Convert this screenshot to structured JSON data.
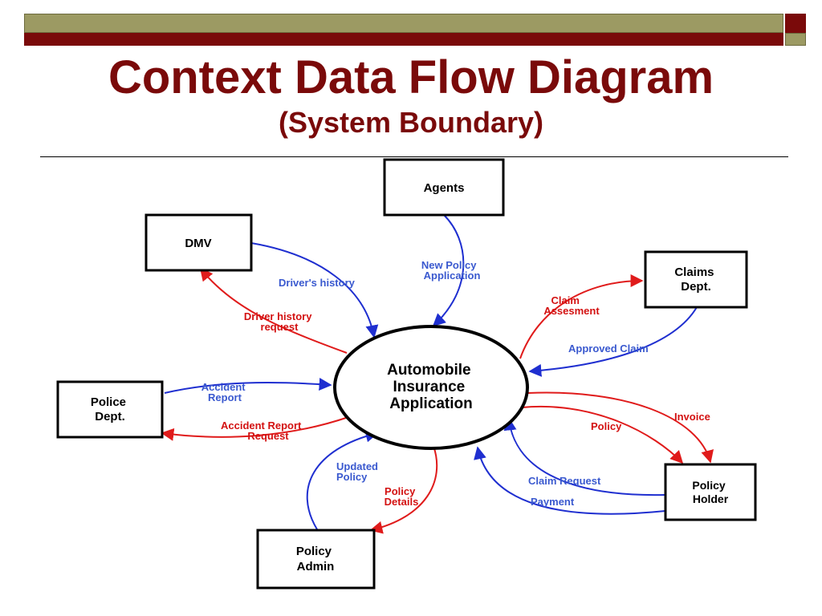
{
  "header": {
    "title": "Context Data Flow Diagram",
    "subtitle": "(System Boundary)"
  },
  "colors": {
    "title": "#7a0a0a",
    "band_olive": "#9c9a63",
    "band_red": "#7a0a0a",
    "flow_blue": "#1f2fd0",
    "flow_red": "#e01b1b",
    "label_blue": "#3a59cf",
    "label_red": "#d31111"
  },
  "diagram": {
    "process": {
      "lines": [
        "Automobile",
        "Insurance",
        "Application"
      ]
    },
    "entities": {
      "agents": {
        "lines": [
          "Agents"
        ]
      },
      "dmv": {
        "lines": [
          "DMV"
        ]
      },
      "claims": {
        "lines": [
          "Claims",
          "Dept."
        ]
      },
      "police": {
        "lines": [
          "Police",
          "Dept."
        ]
      },
      "holder": {
        "lines": [
          "Policy",
          "Holder"
        ]
      },
      "admin": {
        "lines": [
          "Policy",
          "Admin"
        ]
      }
    },
    "flows": {
      "new_policy_application": {
        "lines": [
          "New Policy",
          "Application"
        ],
        "direction": "Agents to Automobile Insurance Application"
      },
      "drivers_history": {
        "lines": [
          "Driver's history"
        ],
        "direction": "DMV to Automobile Insurance Application"
      },
      "driver_history_request": {
        "lines": [
          "Driver history",
          "request"
        ],
        "direction": "Automobile Insurance Application to DMV"
      },
      "claim_assesment": {
        "lines": [
          "Claim",
          "Assesment"
        ],
        "direction": "Automobile Insurance Application to Claims Dept."
      },
      "approved_claim": {
        "lines": [
          "Approved Claim"
        ],
        "direction": "Claims Dept. to Automobile Insurance Application"
      },
      "accident_report": {
        "lines": [
          "Accident",
          "Report"
        ],
        "direction": "Police Dept. to Automobile Insurance Application"
      },
      "accident_report_request": {
        "lines": [
          "Accident Report",
          "Request"
        ],
        "direction": "Automobile Insurance Application to Police Dept."
      },
      "invoice": {
        "lines": [
          "Invoice"
        ],
        "direction": "Automobile Insurance Application to Policy Holder"
      },
      "policy": {
        "lines": [
          "Policy"
        ],
        "direction": "Automobile Insurance Application to Policy Holder"
      },
      "claim_request": {
        "lines": [
          "Claim Request"
        ],
        "direction": "Policy Holder to Automobile Insurance Application"
      },
      "payment": {
        "lines": [
          "Payment"
        ],
        "direction": "Policy Holder to Automobile Insurance Application"
      },
      "updated_policy": {
        "lines": [
          "Updated",
          "Policy"
        ],
        "direction": "Policy Admin to Automobile Insurance Application"
      },
      "policy_details": {
        "lines": [
          "Policy",
          "Details"
        ],
        "direction": "Automobile Insurance Application to Policy Admin"
      }
    }
  }
}
